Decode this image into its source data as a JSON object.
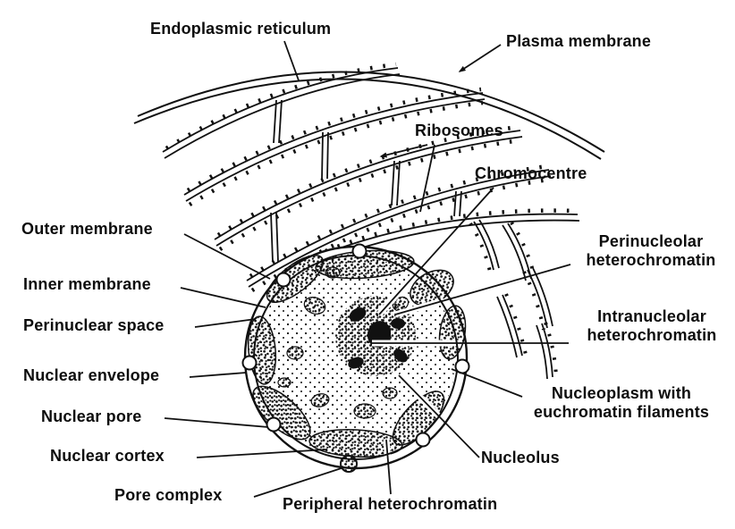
{
  "figure": {
    "subject": "Ultrastructure of the cell nucleus with rough endoplasmic reticulum",
    "style": "black-and-white line drawing",
    "ink_color": "#111111",
    "background_color": "#ffffff"
  },
  "labels": {
    "endoplasmic_reticulum": "Endoplasmic reticulum",
    "plasma_membrane": "Plasma membrane",
    "ribosomes": "Ribosomes",
    "chromocentre": "Chromocentre",
    "outer_membrane": "Outer membrane",
    "perinucleolar_heterochromatin": "Perinucleolar heterochromatin",
    "inner_membrane": "Inner membrane",
    "intranucleolar_heterochromatin": "Intranucleolar heterochromatin",
    "perinuclear_space": "Perinuclear space",
    "nuclear_envelope": "Nuclear envelope",
    "nucleoplasm": "Nucleoplasm with euchromatin filaments",
    "nuclear_pore": "Nuclear pore",
    "nuclear_cortex": "Nuclear cortex",
    "nucleolus": "Nucleolus",
    "pore_complex": "Pore complex",
    "peripheral_heterochromatin": "Peripheral heterochromatin"
  }
}
